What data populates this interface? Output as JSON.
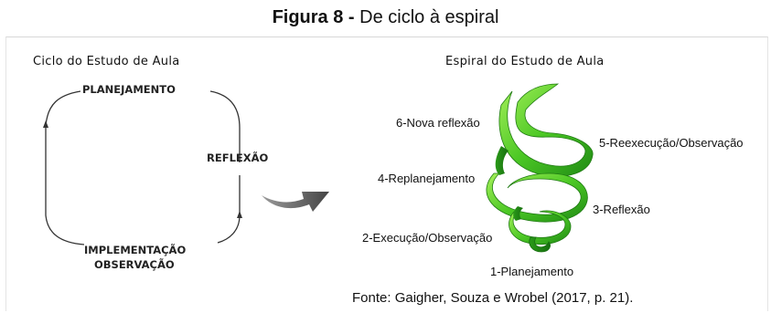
{
  "figure": {
    "caption_number": "Figura 8 -",
    "caption_text": "De ciclo à espiral"
  },
  "cycle": {
    "title": "Ciclo do Estudo de Aula",
    "steps": {
      "planning": "PLANEJAMENTO",
      "reflection": "REFLEXÃO",
      "implementation": "IMPLEMENTAÇÃO",
      "observation": "OBSERVAÇÃO"
    }
  },
  "spiral": {
    "title": "Espiral do Estudo de Aula",
    "steps": [
      "1-Planejamento",
      "2-Execução/Observação",
      "3-Reflexão",
      "4-Replanejamento",
      "5-Reexecução/Observação",
      "6-Nova reflexão"
    ],
    "colors": {
      "ribbon_light": "#8ee53f",
      "ribbon_mid": "#3fbf1f",
      "ribbon_dark": "#1f8a14"
    }
  },
  "source": "Fonte: Gaigher, Souza e Wrobel (2017, p. 21)."
}
